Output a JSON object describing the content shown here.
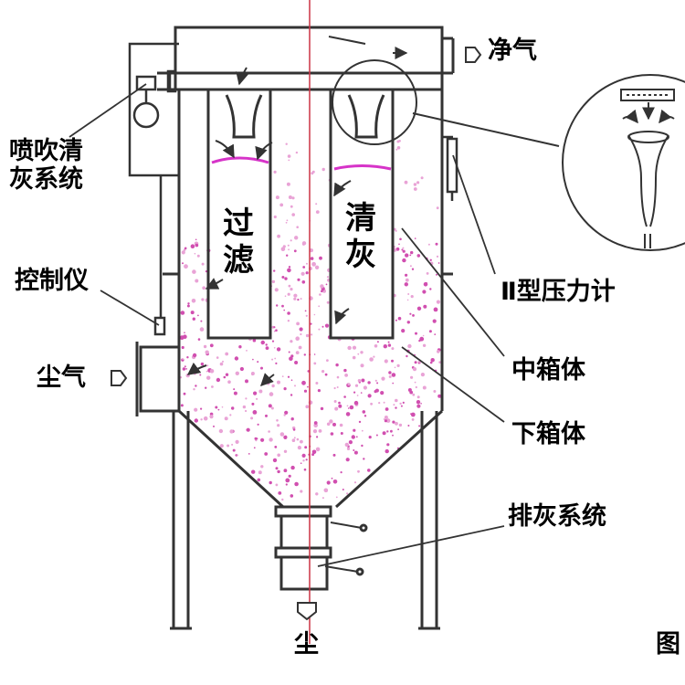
{
  "labels": {
    "clean_gas": "净气",
    "blowing_system": "喷吹清灰系统",
    "controller": "控制仪",
    "dust_gas": "尘气",
    "u_manometer": "Ⅱ型压力计",
    "middle_box": "中箱体",
    "lower_box": "下箱体",
    "ash_discharge": "排灰系统",
    "dust": "尘",
    "figure": "图",
    "filtering_l1": "过",
    "filtering_l2": "滤",
    "cleaning_l1": "清",
    "cleaning_l2": "灰"
  },
  "colors": {
    "line": "#333333",
    "axis": "#cc3344",
    "dust": "#d14fb0",
    "dust_light": "#e9a3d6",
    "pink_arc": "#d633c8",
    "background": "#ffffff"
  }
}
